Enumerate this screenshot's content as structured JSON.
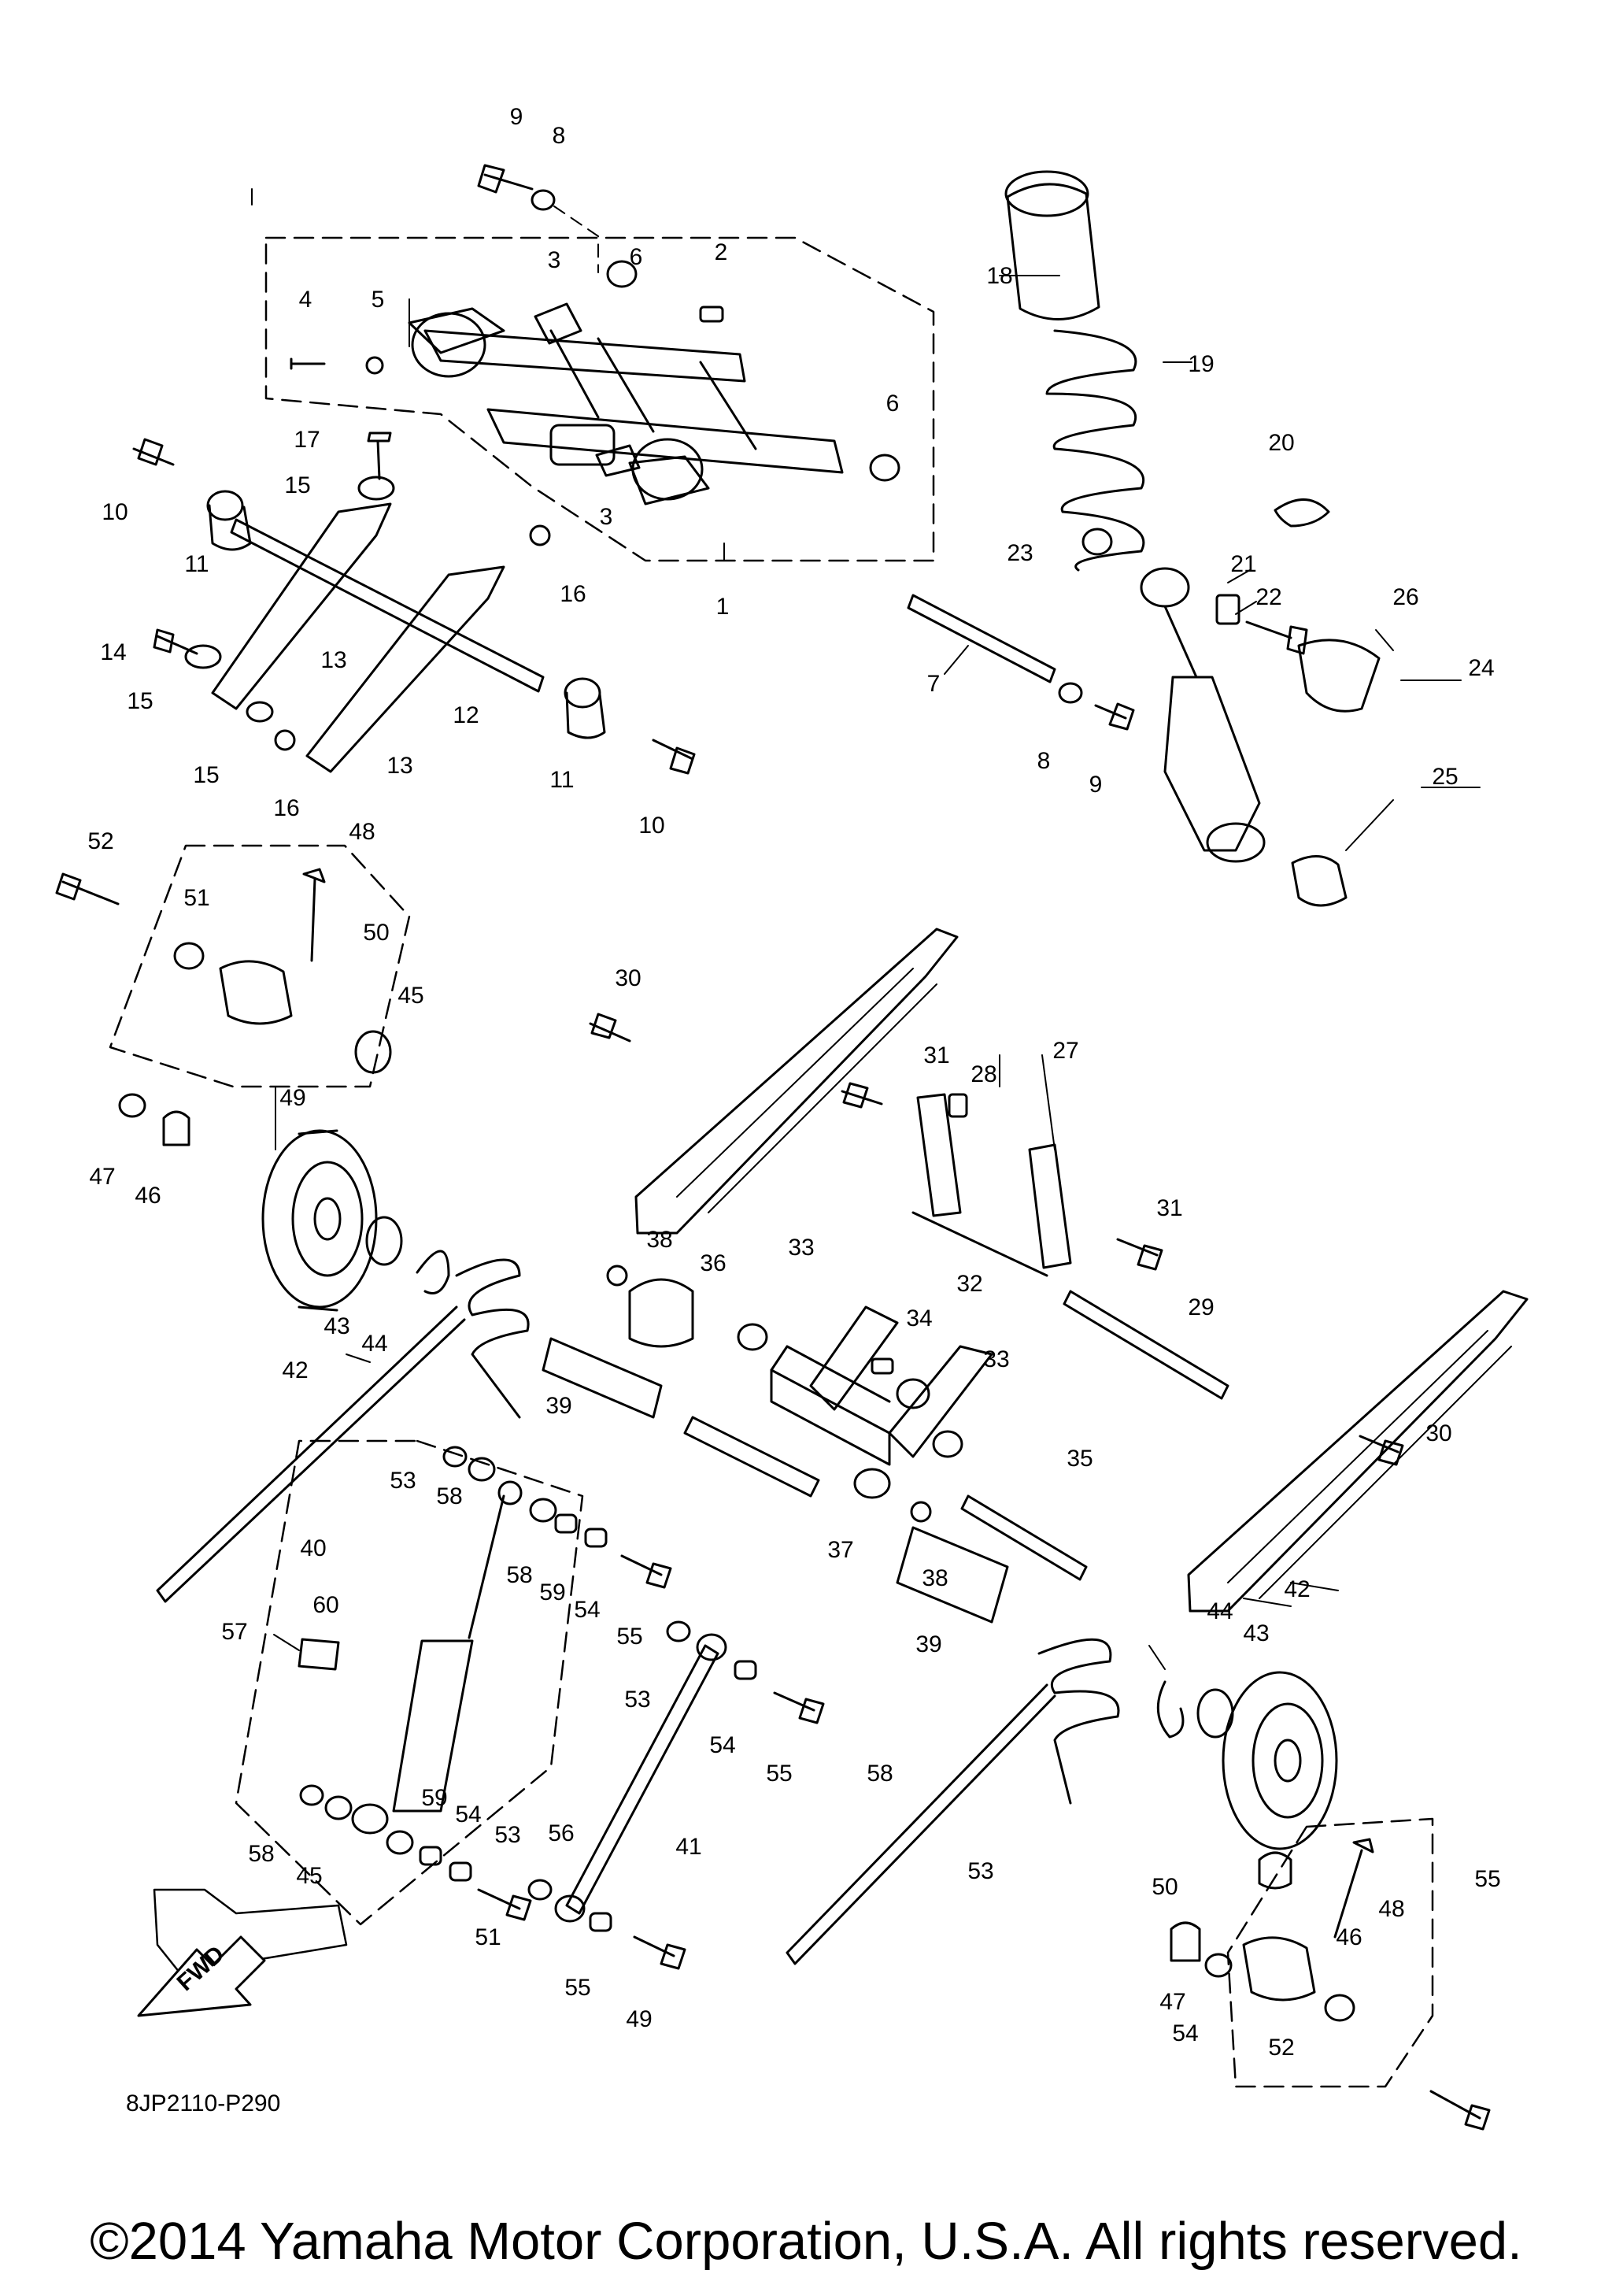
{
  "diagram_code": "8JP2110-P290",
  "copyright": "©2014 Yamaha Motor Corporation, U.S.A. All rights reserved.",
  "fwd_label": "FWD",
  "callouts": [
    {
      "num": "9"
    },
    {
      "num": "8"
    },
    {
      "num": "18"
    },
    {
      "num": "3"
    },
    {
      "num": "6"
    },
    {
      "num": "2"
    },
    {
      "num": "4"
    },
    {
      "num": "5"
    },
    {
      "num": "19"
    },
    {
      "num": "17"
    },
    {
      "num": "6"
    },
    {
      "num": "20"
    },
    {
      "num": "10"
    },
    {
      "num": "15"
    },
    {
      "num": "3"
    },
    {
      "num": "11"
    },
    {
      "num": "23"
    },
    {
      "num": "21"
    },
    {
      "num": "16"
    },
    {
      "num": "1"
    },
    {
      "num": "22"
    },
    {
      "num": "26"
    },
    {
      "num": "14"
    },
    {
      "num": "13"
    },
    {
      "num": "24"
    },
    {
      "num": "15"
    },
    {
      "num": "12"
    },
    {
      "num": "7"
    },
    {
      "num": "15"
    },
    {
      "num": "13"
    },
    {
      "num": "16"
    },
    {
      "num": "11"
    },
    {
      "num": "8"
    },
    {
      "num": "9"
    },
    {
      "num": "25"
    },
    {
      "num": "10"
    },
    {
      "num": "52"
    },
    {
      "num": "48"
    },
    {
      "num": "51"
    },
    {
      "num": "50"
    },
    {
      "num": "30"
    },
    {
      "num": "45"
    },
    {
      "num": "27"
    },
    {
      "num": "31"
    },
    {
      "num": "28"
    },
    {
      "num": "49"
    },
    {
      "num": "47"
    },
    {
      "num": "46"
    },
    {
      "num": "31"
    },
    {
      "num": "38"
    },
    {
      "num": "33"
    },
    {
      "num": "36"
    },
    {
      "num": "32"
    },
    {
      "num": "43"
    },
    {
      "num": "44"
    },
    {
      "num": "29"
    },
    {
      "num": "42"
    },
    {
      "num": "34"
    },
    {
      "num": "33"
    },
    {
      "num": "39"
    },
    {
      "num": "30"
    },
    {
      "num": "35"
    },
    {
      "num": "53"
    },
    {
      "num": "58"
    },
    {
      "num": "37"
    },
    {
      "num": "38"
    },
    {
      "num": "40"
    },
    {
      "num": "58"
    },
    {
      "num": "59"
    },
    {
      "num": "54"
    },
    {
      "num": "60"
    },
    {
      "num": "55"
    },
    {
      "num": "42"
    },
    {
      "num": "57"
    },
    {
      "num": "44"
    },
    {
      "num": "43"
    },
    {
      "num": "39"
    },
    {
      "num": "53"
    },
    {
      "num": "54"
    },
    {
      "num": "55"
    },
    {
      "num": "58"
    },
    {
      "num": "59"
    },
    {
      "num": "54"
    },
    {
      "num": "53"
    },
    {
      "num": "56"
    },
    {
      "num": "41"
    },
    {
      "num": "53"
    },
    {
      "num": "58"
    },
    {
      "num": "45"
    },
    {
      "num": "50"
    },
    {
      "num": "48"
    },
    {
      "num": "55"
    },
    {
      "num": "51"
    },
    {
      "num": "46"
    },
    {
      "num": "47"
    },
    {
      "num": "54"
    },
    {
      "num": "55"
    },
    {
      "num": "49"
    },
    {
      "num": "52"
    }
  ]
}
